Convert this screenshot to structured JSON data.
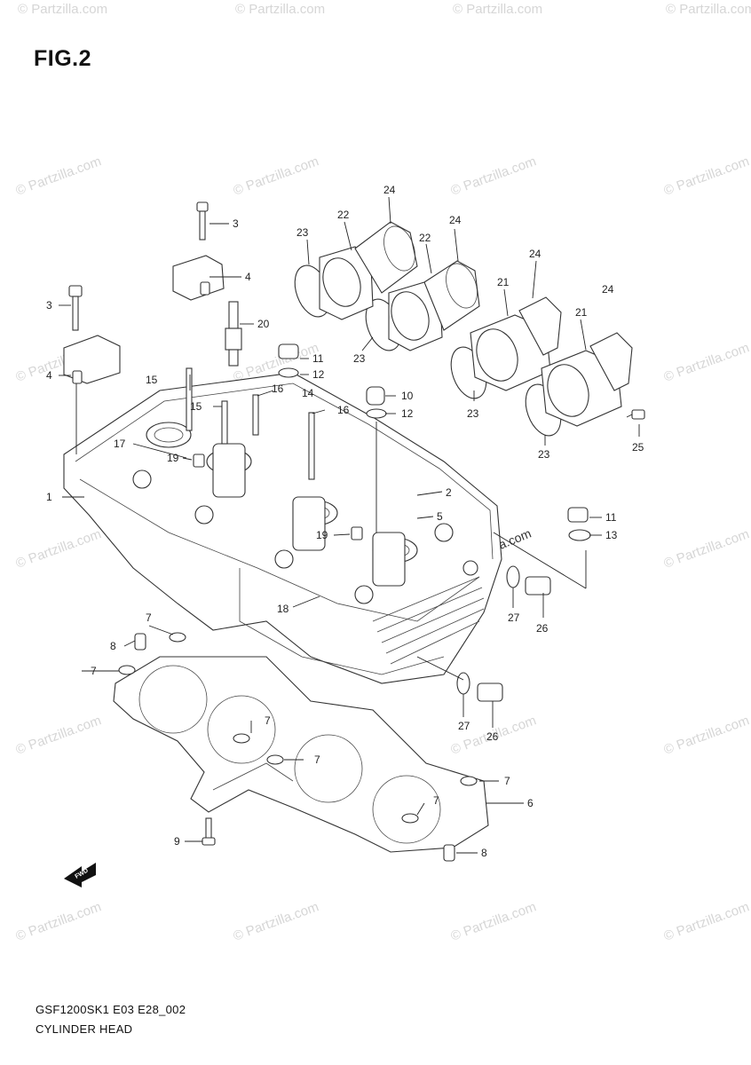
{
  "figure": {
    "title": "FIG.2"
  },
  "caption": {
    "code": "GSF1200SK1 E03 E28_002",
    "name": "CYLINDER HEAD"
  },
  "watermark": {
    "text": "© Partzilla.com",
    "color": "#d6d6d6"
  },
  "callouts": {
    "c1": "1",
    "c2": "2",
    "c3a": "3",
    "c3b": "3",
    "c4a": "4",
    "c4b": "4",
    "c5": "5",
    "c6": "6",
    "c7a": "7",
    "c7b": "7",
    "c7c": "7",
    "c7d": "7",
    "c7e": "7",
    "c7f": "7",
    "c8a": "8",
    "c8b": "8",
    "c9": "9",
    "c10": "10",
    "c11a": "11",
    "c11b": "11",
    "c12a": "12",
    "c12b": "12",
    "c13": "13",
    "c14": "14",
    "c15a": "15",
    "c15b": "15",
    "c16a": "16",
    "c16b": "16",
    "c17": "17",
    "c18": "18",
    "c19a": "19",
    "c19b": "19",
    "c20": "20",
    "c21a": "21",
    "c21b": "21",
    "c22a": "22",
    "c22b": "22",
    "c23a": "23",
    "c23b": "23",
    "c23c": "23",
    "c23d": "23",
    "c24a": "24",
    "c24b": "24",
    "c24c": "24",
    "c24d": "24",
    "c25": "25",
    "c26a": "26",
    "c26b": "26",
    "c27a": "27",
    "c27b": "27"
  },
  "fwd_arrow": {
    "label": "FWD"
  }
}
